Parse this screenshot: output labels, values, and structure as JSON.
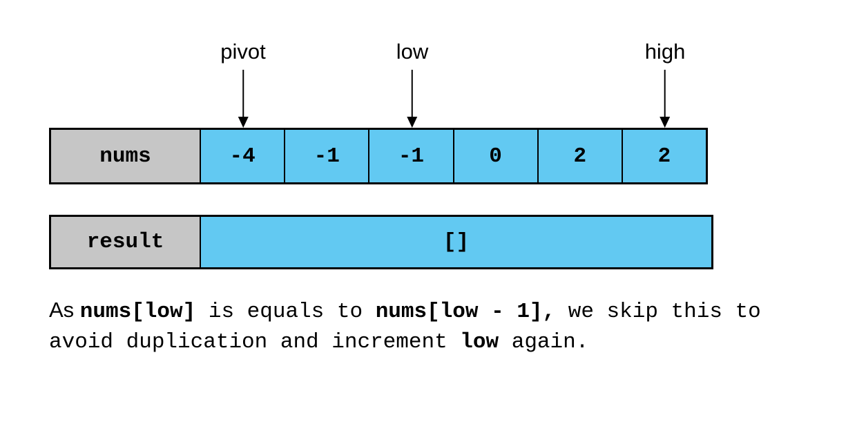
{
  "colors": {
    "cell_blue": "#62c9f2",
    "label_gray": "#c6c6c6",
    "border": "#000000",
    "background": "#ffffff",
    "text": "#000000"
  },
  "pointers": [
    {
      "label": "pivot",
      "points_to_cell_index": 0
    },
    {
      "label": "low",
      "points_to_cell_index": 2
    },
    {
      "label": "high",
      "points_to_cell_index": 5
    }
  ],
  "nums_row": {
    "label": "nums",
    "cells": [
      "-4",
      "-1",
      "-1",
      "0",
      "2",
      "2"
    ]
  },
  "result_row": {
    "label": "result",
    "value": "[]"
  },
  "caption": {
    "line1": [
      {
        "t": "As ",
        "font": "sans",
        "bold": false
      },
      {
        "t": "nums[low]",
        "font": "mono",
        "bold": true
      },
      {
        "t": " is equals to ",
        "font": "mono",
        "bold": false
      },
      {
        "t": "nums[low - 1],",
        "font": "mono",
        "bold": true
      },
      {
        "t": " we skip this to",
        "font": "mono",
        "bold": false
      }
    ],
    "line2": [
      {
        "t": "avoid duplication and increment ",
        "font": "mono",
        "bold": false
      },
      {
        "t": "low",
        "font": "mono",
        "bold": true
      },
      {
        "t": " again.",
        "font": "mono",
        "bold": false
      }
    ]
  }
}
